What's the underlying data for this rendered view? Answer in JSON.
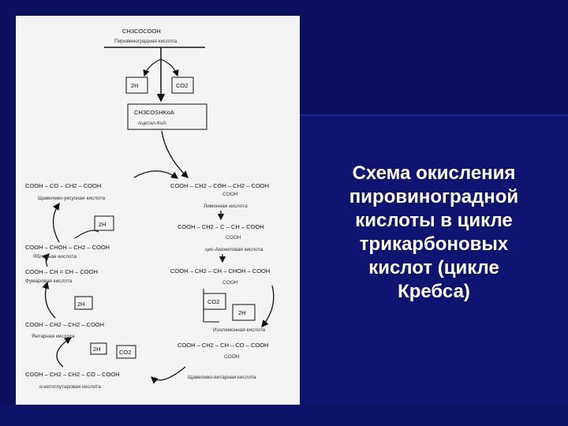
{
  "slide": {
    "title_lines": [
      "Схема окисления",
      "пировиноградной",
      "кислоты в цикле",
      "трикарбоновых",
      "кислот (цикле",
      "Кребса)"
    ]
  },
  "diagram": {
    "pyruvate": {
      "formula": "CH3COCOOH",
      "name": "Пировиноградная кислота"
    },
    "box_2h": "2H",
    "box_co2": "CO2",
    "acetyl": {
      "formula": "CH3COSHKoA",
      "name": "Ацетил-КоА"
    },
    "oxaloacetic": {
      "formula": "COOH – CO – CH2 – COOH",
      "name": "Щавелево-уксусная кислота"
    },
    "citric": {
      "formula": "COOH – CH2 – COH – CH2 – COOH",
      "sub": "COOH",
      "name": "Лимонная кислота"
    },
    "aconitic": {
      "formula": "COOH – CH2 – C – CH – COOH",
      "sub": "COOH",
      "name": "цис-Аконитовая кислота"
    },
    "isocitric_formula": {
      "formula": "COOH – CH2 – CH – CHOH – COOH",
      "sub": "COOH"
    },
    "isocitric": {
      "name": "Изолимонная кислота"
    },
    "oxalosuccinic": {
      "formula": "COOH – CH2 – CH – CO – COOH",
      "sub": "COOH",
      "name": "Щавелево-янтарная кислота"
    },
    "ketoglutaric": {
      "formula": "COOH – CH2 – CH2 – CO – COOH",
      "name": "α-кетоглутаровая кислота"
    },
    "succinic": {
      "formula": "COOH – CH2 – CH2 – COOH",
      "name": "Янтарная кислота"
    },
    "fumaric": {
      "formula": "COOH – CH = CH – COOH",
      "name": "Фумаровая кислота"
    },
    "malic": {
      "formula": "COOH – CHOH – CH2 – COOH",
      "name": "Яблочная кислота"
    },
    "colors": {
      "ink": "#111111",
      "paper": "#f4f4f4"
    }
  }
}
